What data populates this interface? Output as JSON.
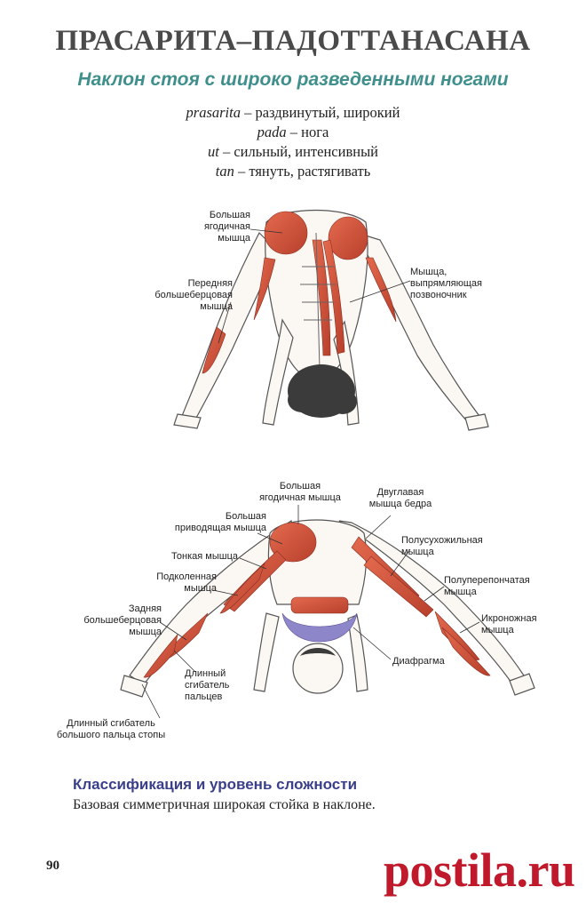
{
  "header": {
    "title": "ПРАСАРИТА–ПАДОТТАНАСАНА",
    "subtitle": "Наклон стоя с широко разведенными ногами"
  },
  "etymology": [
    {
      "word": "prasarita",
      "meaning": " – раздвинутый, широкий"
    },
    {
      "word": "pada",
      "meaning": " – нога"
    },
    {
      "word": "ut",
      "meaning": " – сильный, интенсивный"
    },
    {
      "word": "tan",
      "meaning": " – тянуть, растягивать"
    }
  ],
  "figure_top": {
    "labels": {
      "glute": "Большая\nягодичная\nмышца",
      "tibialis": "Передняя\nбольшеберцовая\nмышца",
      "erector": "Мышца,\nвыпрямляющая\nпозвоночник"
    }
  },
  "figure_bottom": {
    "labels": {
      "glute": "Большая\nягодичная мышца",
      "adductor": "Большая\nприводящая мышца",
      "gracilis": "Тонкая мышца",
      "popliteus": "Подколенная\nмышца",
      "tib_post": "Задняя\nбольшеберцовая\nмышца",
      "flex_dig": "Длинный\nсгибатель\nпальцев",
      "flex_hal": "Длинный сгибатель\nбольшого пальца стопы",
      "biceps": "Двуглавая\nмышца бедра",
      "semitend": "Полусухожильная\nмышца",
      "semimemb": "Полуперепончатая\nмышца",
      "gastro": "Икроножная\nмышца",
      "diaphragm": "Диафрагма"
    }
  },
  "classification": {
    "heading": "Классификация и уровень сложности",
    "text": "Базовая симметричная широкая стойка в наклоне."
  },
  "page_number": "90",
  "watermark": "postila.ru",
  "colors": {
    "muscle": "#d9573e",
    "muscle_dark": "#b8402c",
    "subtitle": "#3f8f8c",
    "heading": "#3a3f8a",
    "watermark": "#c0192b"
  }
}
